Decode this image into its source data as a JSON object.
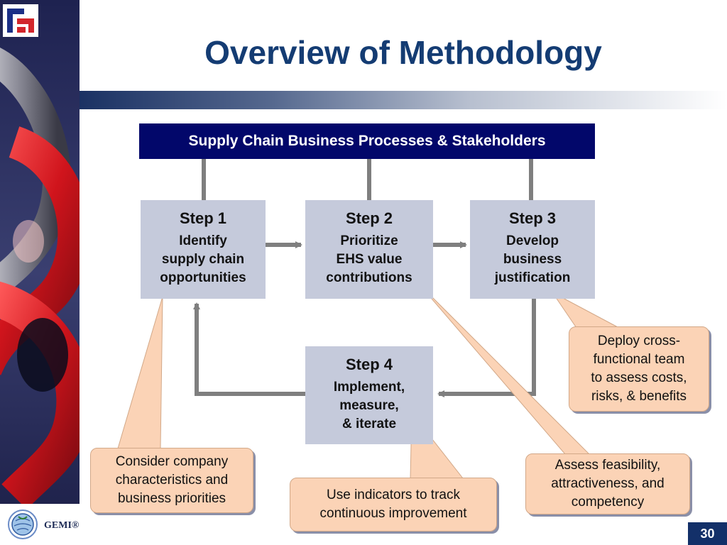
{
  "slide": {
    "title": "Overview of Methodology",
    "page_number": "30",
    "logo_text": "GEMI®"
  },
  "header_box": {
    "label": "Supply Chain Business Processes & Stakeholders"
  },
  "steps": [
    {
      "title": "Step 1",
      "lines": [
        "Identify",
        "supply chain",
        "opportunities"
      ]
    },
    {
      "title": "Step 2",
      "lines": [
        "Prioritize",
        "EHS value",
        "contributions"
      ]
    },
    {
      "title": "Step 3",
      "lines": [
        "Develop",
        "business",
        "justification"
      ]
    },
    {
      "title": "Step 4",
      "lines": [
        "Implement,",
        "measure,",
        "& iterate"
      ]
    }
  ],
  "callouts": [
    {
      "lines": [
        "Deploy cross-",
        "functional team",
        "to assess costs,",
        "risks, & benefits"
      ]
    },
    {
      "lines": [
        "Consider company",
        "characteristics and",
        "business priorities"
      ]
    },
    {
      "lines": [
        "Use indicators to track",
        "continuous improvement"
      ]
    },
    {
      "lines": [
        "Assess feasibility,",
        "attractiveness, and",
        "competency"
      ]
    }
  ],
  "colors": {
    "title": "#143c73",
    "header_fill": "#02076a",
    "step_fill": "#c5cadb",
    "callout_fill": "#fbd3b6",
    "connector": "#7f7f7f",
    "page_number_fill": "#133069"
  }
}
